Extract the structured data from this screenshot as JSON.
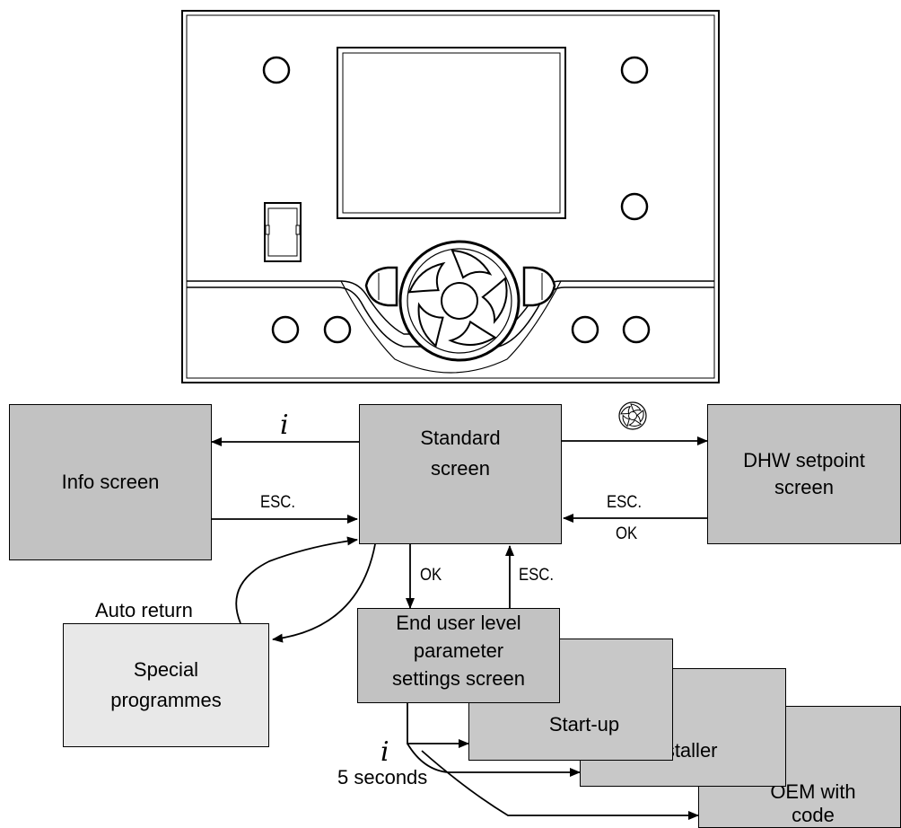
{
  "boxes": {
    "info": "Info screen",
    "standard": "Standard\nscreen",
    "dhw": "DHW setpoint\nscreen",
    "special": "Special\nprogrammes",
    "end_user": "End user level\nparameter\nsettings screen",
    "startup": "Start-up",
    "installer": "Installer",
    "oem": "OEM with\ncode"
  },
  "labels": {
    "info_key": "i",
    "esc_left": "ESC.",
    "esc_right": "ESC.",
    "ok_right": "OK",
    "ok_down": "OK",
    "esc_up": "ESC.",
    "auto_return": "Auto return",
    "info_key_bottom": "i",
    "five_seconds": "5 seconds"
  },
  "icons": {
    "dial": "rotary-dial-icon"
  }
}
